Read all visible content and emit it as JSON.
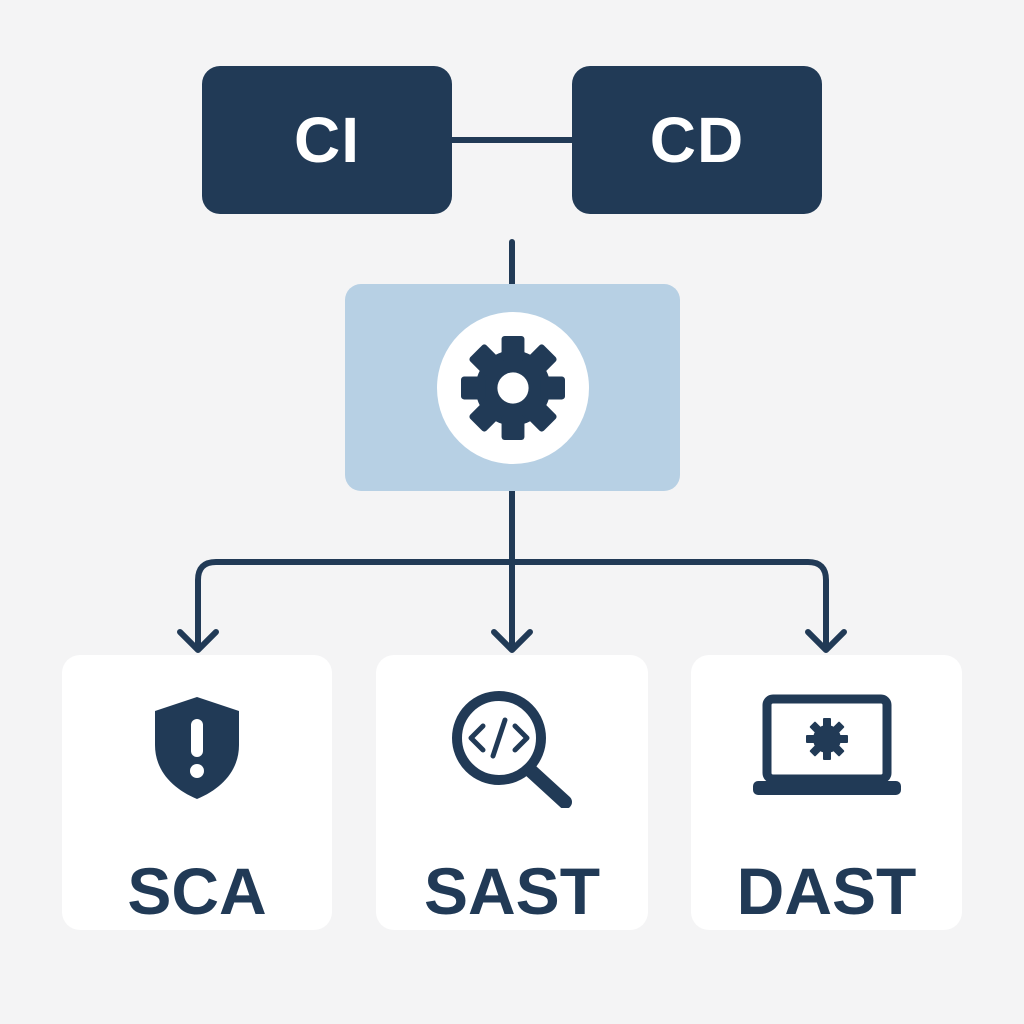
{
  "diagram": {
    "ci_label": "CI",
    "cd_label": "CD",
    "engine_icon": "gear-icon",
    "tools": [
      {
        "label": "SCA",
        "icon": "shield-alert-icon"
      },
      {
        "label": "SAST",
        "icon": "code-search-icon"
      },
      {
        "label": "DAST",
        "icon": "laptop-gear-icon"
      }
    ]
  },
  "colors": {
    "dark_navy": "#213a56",
    "light_blue": "#b7d0e4",
    "background": "#f4f4f5",
    "card": "#ffffff"
  }
}
